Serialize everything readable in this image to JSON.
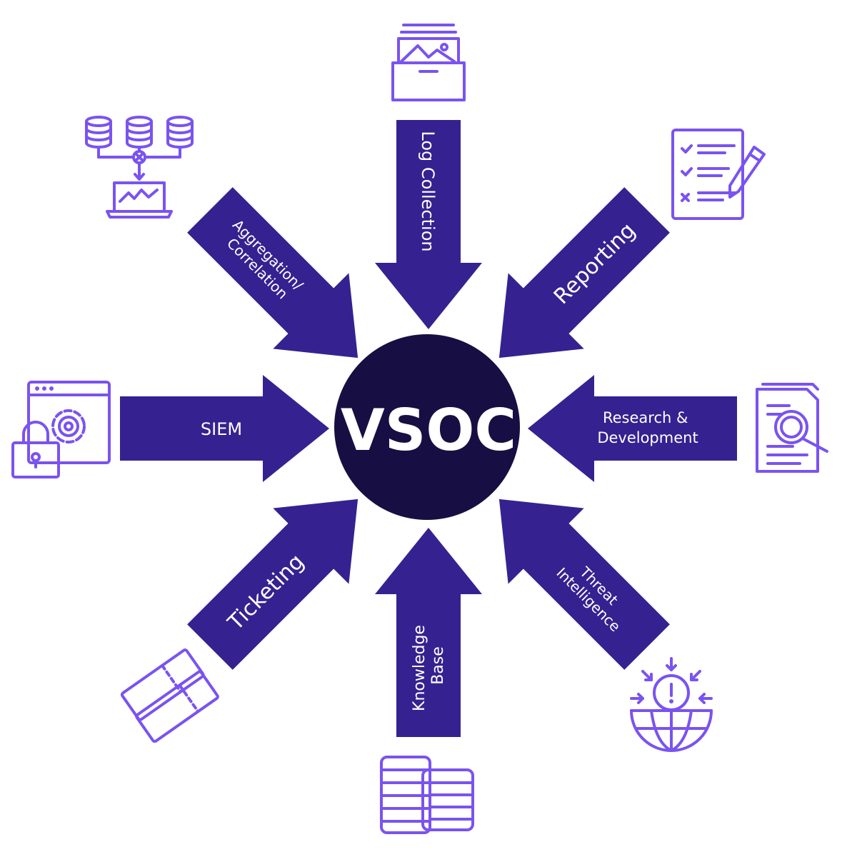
{
  "hub": {
    "label": "VSOC",
    "color": "#170f43"
  },
  "colors": {
    "arrow": "#352290",
    "icon": "#7a53f0",
    "background": "#ffffff"
  },
  "arrows": {
    "log_collection": "Log Collection",
    "aggregation": [
      "Aggregation/",
      "Correlation"
    ],
    "reporting": "Reporting",
    "siem": "SIEM",
    "research": [
      "Research &",
      "Development"
    ],
    "ticketing": "Ticketing",
    "knowledge_base": [
      "Knowledge",
      "Base"
    ],
    "threat_intelligence": [
      "Threat",
      "Intelligence"
    ]
  },
  "icons": {
    "log_collection": "archive-box-icon",
    "aggregation": "database-merge-laptop-icon",
    "reporting": "checklist-pencil-icon",
    "siem": "browser-gear-lock-icon",
    "research": "document-magnifier-icon",
    "ticketing": "tickets-icon",
    "knowledge_base": "coin-stacks-icon",
    "threat_intelligence": "globe-alert-icon"
  }
}
